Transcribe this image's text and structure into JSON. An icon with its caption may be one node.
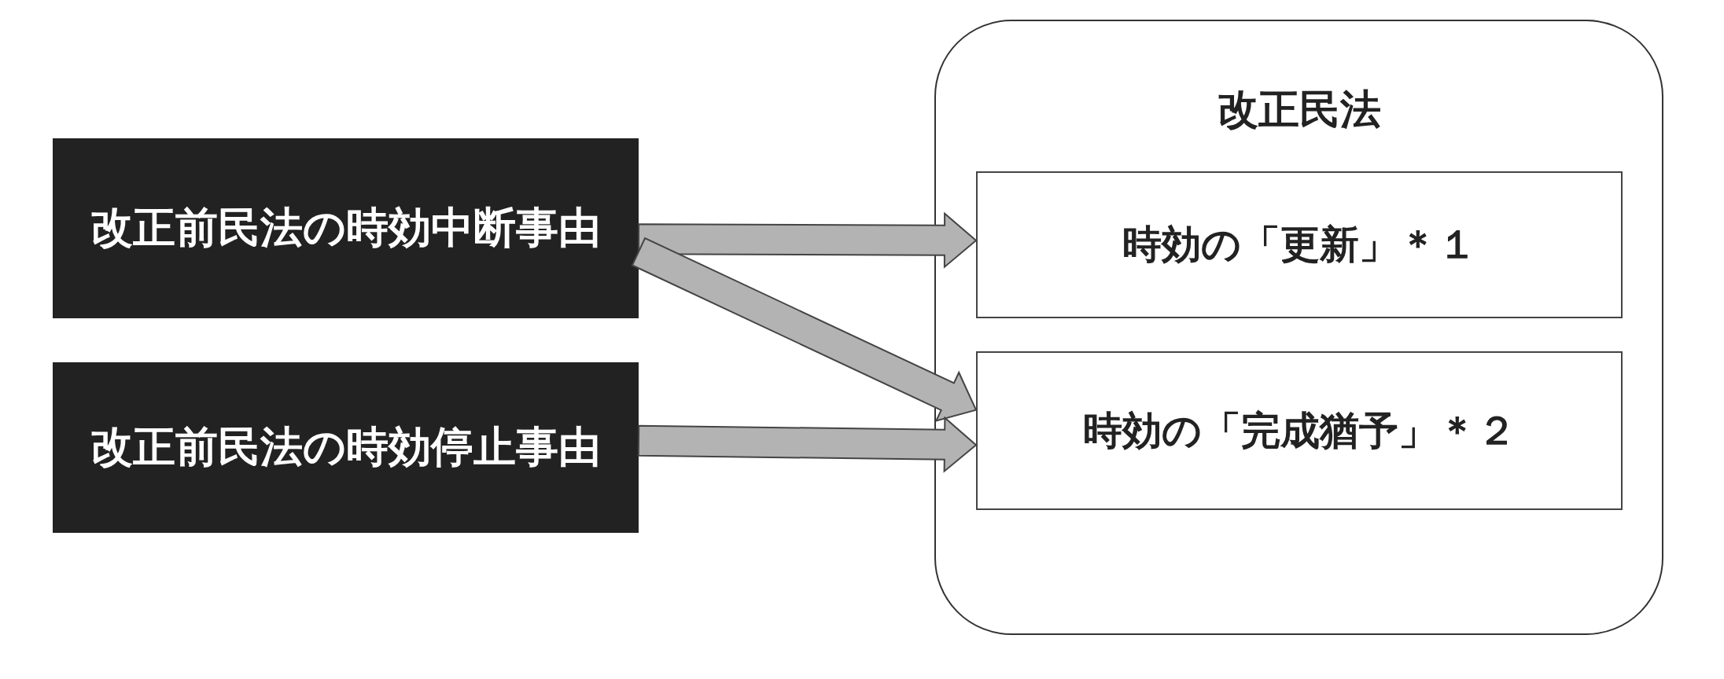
{
  "diagram": {
    "nodes": [
      {
        "text": [
          "改正前民法の時効中断事由"
        ]
      },
      {
        "text": [
          "改正前民法の時効停止事由"
        ]
      },
      {
        "text": [
          "改正民法"
        ]
      },
      {
        "text": [
          "時効の「更新」＊１"
        ],
        "in": 2
      },
      {
        "text": [
          "時効の「完成猶予」＊２"
        ],
        "in": 2
      }
    ],
    "edges": [
      {
        "from": 0,
        "to": 3,
        "arrow": "to"
      },
      {
        "from": 0,
        "to": 4,
        "arrow": "to"
      },
      {
        "from": 1,
        "to": 4,
        "arrow": "to"
      }
    ]
  }
}
